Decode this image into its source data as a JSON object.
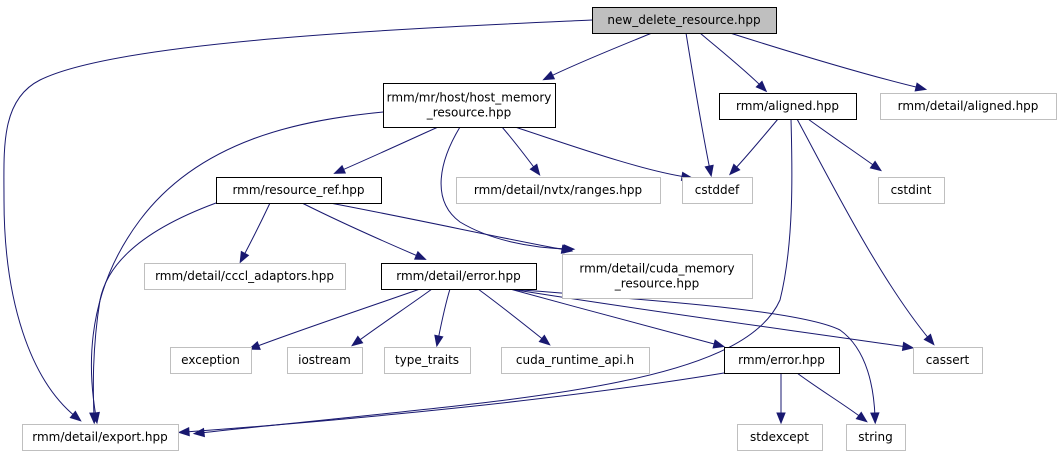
{
  "title": "new_delete_resource.hpp include dependency graph",
  "colors": {
    "edge": "#191970",
    "root_fill": "#bfbfbf",
    "internal_border": "#000000",
    "external_border": "#bfbfbf"
  },
  "nodes": [
    {
      "id": "root",
      "lines": [
        "new_delete_resource.hpp"
      ],
      "kind": "root"
    },
    {
      "id": "host_mr",
      "lines": [
        "rmm/mr/host/host_memory",
        "_resource.hpp"
      ],
      "kind": "internal"
    },
    {
      "id": "aligned",
      "lines": [
        "rmm/aligned.hpp"
      ],
      "kind": "internal"
    },
    {
      "id": "detail_aligned",
      "lines": [
        "rmm/detail/aligned.hpp"
      ],
      "kind": "external"
    },
    {
      "id": "resource_ref",
      "lines": [
        "rmm/resource_ref.hpp"
      ],
      "kind": "internal"
    },
    {
      "id": "nvtx_ranges",
      "lines": [
        "rmm/detail/nvtx/ranges.hpp"
      ],
      "kind": "external"
    },
    {
      "id": "cstddef",
      "lines": [
        "cstddef"
      ],
      "kind": "external"
    },
    {
      "id": "cstdint",
      "lines": [
        "cstdint"
      ],
      "kind": "external"
    },
    {
      "id": "cccl_adaptors",
      "lines": [
        "rmm/detail/cccl_adaptors.hpp"
      ],
      "kind": "external"
    },
    {
      "id": "detail_error",
      "lines": [
        "rmm/detail/error.hpp"
      ],
      "kind": "internal"
    },
    {
      "id": "cuda_mr",
      "lines": [
        "rmm/detail/cuda_memory",
        "_resource.hpp"
      ],
      "kind": "external"
    },
    {
      "id": "exception",
      "lines": [
        "exception"
      ],
      "kind": "external"
    },
    {
      "id": "iostream",
      "lines": [
        "iostream"
      ],
      "kind": "external"
    },
    {
      "id": "type_traits",
      "lines": [
        "type_traits"
      ],
      "kind": "external"
    },
    {
      "id": "cuda_runtime_api",
      "lines": [
        "cuda_runtime_api.h"
      ],
      "kind": "external"
    },
    {
      "id": "rmm_error",
      "lines": [
        "rmm/error.hpp"
      ],
      "kind": "internal"
    },
    {
      "id": "cassert",
      "lines": [
        "cassert"
      ],
      "kind": "external"
    },
    {
      "id": "export",
      "lines": [
        "rmm/detail/export.hpp"
      ],
      "kind": "external"
    },
    {
      "id": "stdexcept",
      "lines": [
        "stdexcept"
      ],
      "kind": "external"
    },
    {
      "id": "string",
      "lines": [
        "string"
      ],
      "kind": "external"
    }
  ],
  "edges": [
    {
      "from": "root",
      "to": "export"
    },
    {
      "from": "root",
      "to": "host_mr"
    },
    {
      "from": "root",
      "to": "cstddef"
    },
    {
      "from": "root",
      "to": "aligned"
    },
    {
      "from": "root",
      "to": "detail_aligned"
    },
    {
      "from": "host_mr",
      "to": "export"
    },
    {
      "from": "host_mr",
      "to": "resource_ref"
    },
    {
      "from": "host_mr",
      "to": "cuda_mr"
    },
    {
      "from": "host_mr",
      "to": "nvtx_ranges"
    },
    {
      "from": "host_mr",
      "to": "cstddef"
    },
    {
      "from": "aligned",
      "to": "export"
    },
    {
      "from": "aligned",
      "to": "cstddef"
    },
    {
      "from": "aligned",
      "to": "cstdint"
    },
    {
      "from": "aligned",
      "to": "cassert"
    },
    {
      "from": "resource_ref",
      "to": "export"
    },
    {
      "from": "resource_ref",
      "to": "cccl_adaptors"
    },
    {
      "from": "resource_ref",
      "to": "detail_error"
    },
    {
      "from": "resource_ref",
      "to": "cuda_mr"
    },
    {
      "from": "detail_error",
      "to": "exception"
    },
    {
      "from": "detail_error",
      "to": "iostream"
    },
    {
      "from": "detail_error",
      "to": "type_traits"
    },
    {
      "from": "detail_error",
      "to": "cuda_runtime_api"
    },
    {
      "from": "detail_error",
      "to": "rmm_error"
    },
    {
      "from": "detail_error",
      "to": "cassert"
    },
    {
      "from": "detail_error",
      "to": "string"
    },
    {
      "from": "rmm_error",
      "to": "export"
    },
    {
      "from": "rmm_error",
      "to": "stdexcept"
    },
    {
      "from": "rmm_error",
      "to": "string"
    }
  ]
}
